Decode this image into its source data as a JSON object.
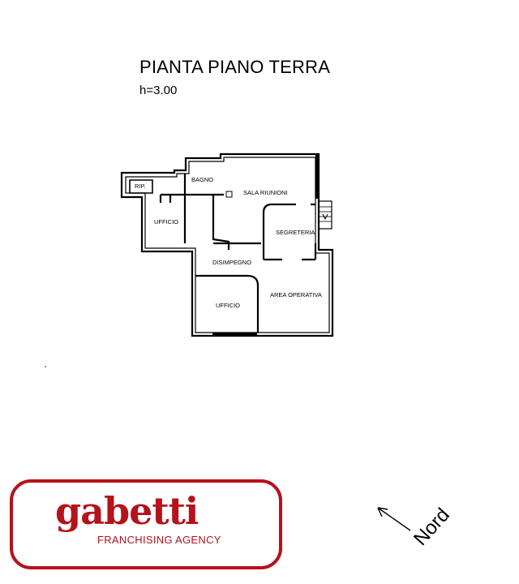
{
  "header": {
    "title": "PIANTA PIANO TERRA",
    "height": "h=3.00"
  },
  "rooms": {
    "rip": "RIP.",
    "bagno": "BAGNO",
    "sala_riunioni": "SALA RIUNIONI",
    "ufficio_left": "UFFICIO",
    "segreteria": "SEGRETERIA",
    "disimpegno": "DISIMPEGNO",
    "ufficio_bottom": "UFFICIO",
    "area_operativa": "AREA OPERATIVA"
  },
  "logo": {
    "name": "gabetti",
    "tagline": "FRANCHISING AGENCY",
    "color": "#b5121b"
  },
  "compass": {
    "label": "Nord"
  }
}
